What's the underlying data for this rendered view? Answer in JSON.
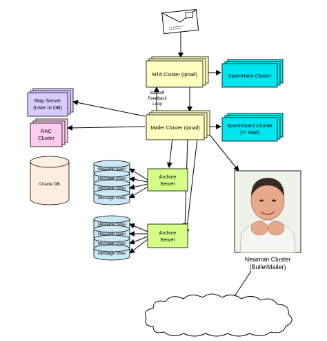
{
  "nodes": {
    "mta": {
      "label": "MTA Cluster (qmail)"
    },
    "spamhaus": {
      "label": "SpamHaus Cluster"
    },
    "mailer": {
      "label": "Mailer Cluster (qmail)"
    },
    "spamguard": {
      "line1": "SpamGuard Cluster",
      "line2": "(Y! Mail)"
    },
    "mapserver": {
      "line1": "Map Server",
      "line2": "(User to DB)"
    },
    "rac": {
      "line1": "RAC",
      "line2": "Cluster"
    },
    "oracle": {
      "label": "Oracle DB"
    },
    "store_group_1": {
      "items": [
        "Message Store",
        "Message Store",
        "Message Store",
        "Message Store"
      ]
    },
    "store_group_2": {
      "items": [
        "Message Store",
        "Message Store",
        "Message Store",
        "Message Store"
      ]
    },
    "archive1": {
      "line1": "Archive",
      "line2": "Server"
    },
    "archive2": {
      "line1": "Archive",
      "line2": "Server"
    },
    "newman": {
      "line1": "Newman Cluster",
      "line2": "(BulletMailer)"
    }
  },
  "edge_labels": {
    "backoff": [
      "Backoff",
      "Feedback",
      "Loop"
    ]
  },
  "colors": {
    "yellow_box": "#ffffc0",
    "cyan_box": "#00e6f0",
    "purple_box": "#d8ccff",
    "pink_box": "#ffccf0",
    "green_box": "#d6ff88",
    "db_fill": "#ffeee0",
    "store_fill": "#cce8f4",
    "photo_bg": "#eef3ea"
  },
  "icons": {
    "envelope": "envelope-icon",
    "cloud": "cloud-shape",
    "photo": "person-photo"
  }
}
